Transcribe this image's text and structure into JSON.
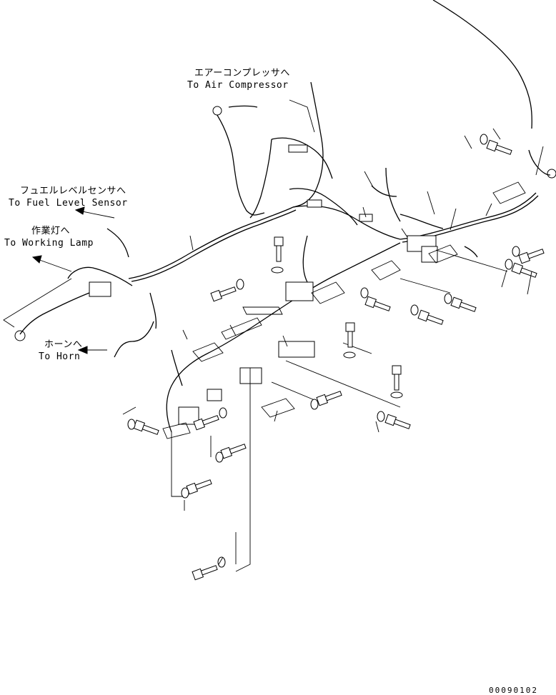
{
  "labels": {
    "air_compressor_jp": "エアーコンプレッサへ",
    "air_compressor_en": "To Air Compressor",
    "fuel_level_jp": "フュエルレベルセンサへ",
    "fuel_level_en": "To Fuel Level Sensor",
    "working_lamp_jp": "作業灯へ",
    "working_lamp_en": "To Working Lamp",
    "horn_jp": "ホーンへ",
    "horn_en": "To Horn"
  },
  "drawing_number": "00090102"
}
